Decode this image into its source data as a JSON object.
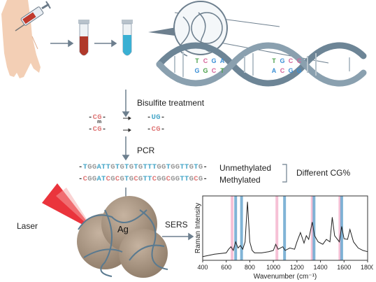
{
  "steps": {
    "bisulfite": "Bisulfite treatment",
    "pcr": "PCR",
    "sers": "SERS",
    "laser": "Laser",
    "ag": "Ag"
  },
  "bisulfite_rows": [
    {
      "before": [
        "-",
        "CG",
        "-"
      ],
      "after": [
        "-",
        "UG",
        "-"
      ]
    },
    {
      "before": [
        "-",
        "CG",
        "-"
      ],
      "after": [
        "-",
        "CG",
        "-"
      ],
      "mark": "m"
    }
  ],
  "sequences": {
    "unmethylated": "-TGGATTGTGTGTGTTTGGTGGTTGTG-",
    "methylated": "-CGGATCGCGTGCGTTCGGCGGTTGCG-",
    "unmethylated_label": "Unmethylated",
    "methylated_label": "Methylated",
    "group_label": "Different CG%"
  },
  "chart_data": {
    "type": "line",
    "xlabel": "Wavenumber (cm⁻¹)",
    "ylabel": "Raman Intensity",
    "xlim": [
      400,
      1800
    ],
    "xticks": [
      400,
      600,
      800,
      1000,
      1200,
      1400,
      1600,
      1800
    ],
    "highlight_bands": [
      {
        "x": 650,
        "color": "#f4b6cf"
      },
      {
        "x": 680,
        "color": "#6aa7cf"
      },
      {
        "x": 730,
        "color": "#6aa7cf"
      },
      {
        "x": 1030,
        "color": "#f4b6cf"
      },
      {
        "x": 1095,
        "color": "#6aa7cf"
      },
      {
        "x": 1330,
        "color": "#f4b6cf"
      },
      {
        "x": 1345,
        "color": "#6aa7cf"
      },
      {
        "x": 1565,
        "color": "#f4b6cf"
      },
      {
        "x": 1580,
        "color": "#6aa7cf"
      }
    ],
    "series": [
      {
        "x": [
          400,
          500,
          600,
          620,
          640,
          660,
          680,
          700,
          720,
          740,
          760,
          780,
          800,
          820,
          840,
          900,
          960,
          1000,
          1020,
          1040,
          1080,
          1100,
          1140,
          1180,
          1200,
          1230,
          1260,
          1280,
          1300,
          1330,
          1350,
          1380,
          1420,
          1450,
          1480,
          1500,
          1520,
          1560,
          1580,
          1600,
          1630,
          1650,
          1680,
          1720,
          1760,
          1800
        ],
        "y": [
          0.06,
          0.1,
          0.12,
          0.18,
          0.22,
          0.16,
          0.3,
          0.2,
          0.24,
          0.18,
          0.3,
          0.95,
          0.3,
          0.16,
          0.12,
          0.12,
          0.14,
          0.16,
          0.26,
          0.18,
          0.22,
          0.16,
          0.2,
          0.18,
          0.3,
          0.45,
          0.28,
          0.4,
          0.34,
          0.62,
          0.4,
          0.3,
          0.26,
          0.34,
          0.3,
          0.7,
          0.4,
          0.3,
          0.55,
          0.35,
          0.34,
          0.5,
          0.3,
          0.2,
          0.16,
          0.14
        ],
        "color": "#222222"
      }
    ]
  }
}
